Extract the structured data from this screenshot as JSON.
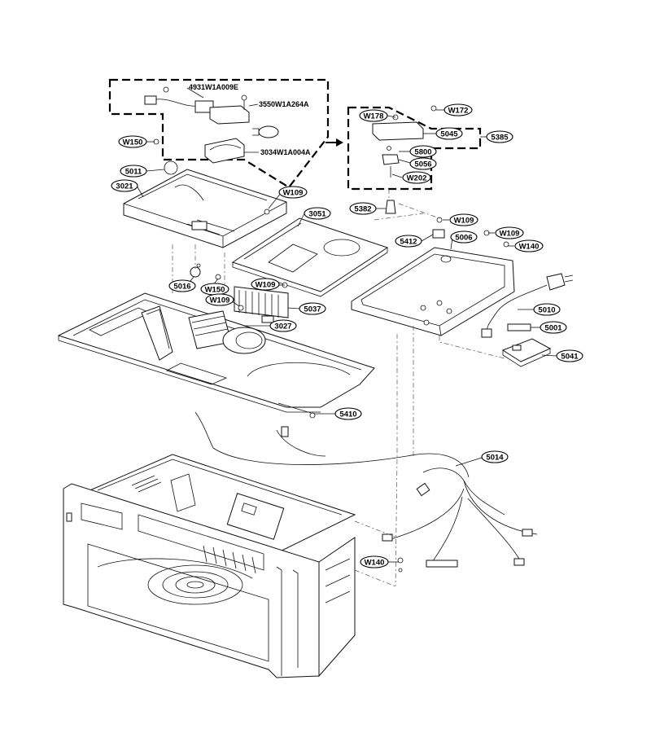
{
  "diagram": {
    "part_labels": [
      "W150",
      "5011",
      "3021",
      "W109",
      "3051",
      "5016",
      "W150",
      "W109",
      "W109",
      "5037",
      "3027",
      "5410",
      "W172",
      "W178",
      "5045",
      "5385",
      "5800",
      "5056",
      "W202",
      "5382",
      "W109",
      "5412",
      "5006",
      "W109",
      "W140",
      "5010",
      "5001",
      "5041",
      "5014",
      "W140"
    ],
    "inset_labels": [
      "4931W1A009E",
      "3550W1A264A",
      "3034W1A004A"
    ]
  }
}
